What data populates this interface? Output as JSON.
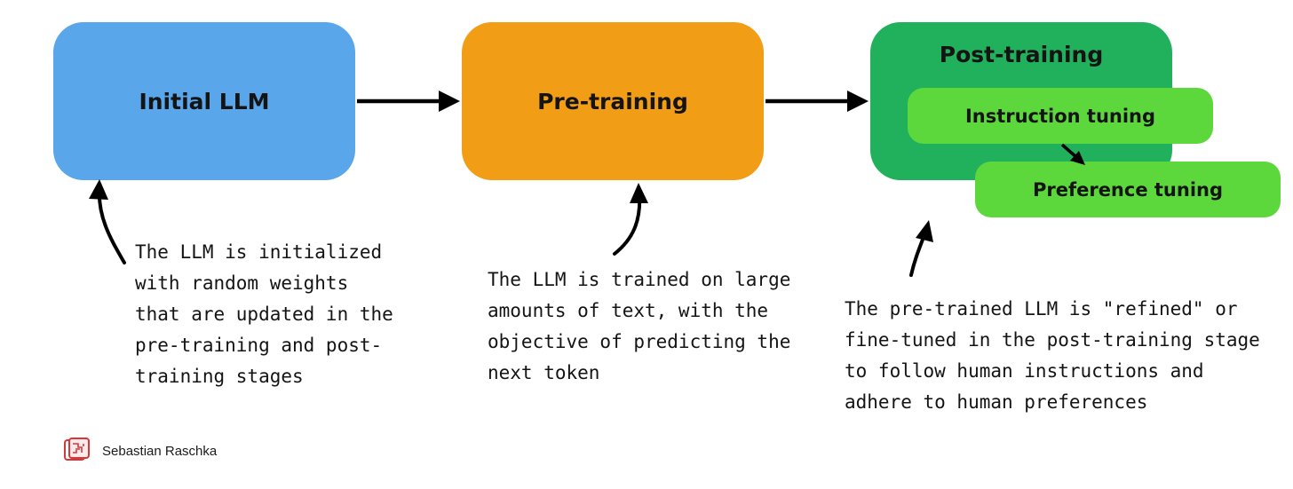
{
  "boxes": {
    "initial_llm": "Initial LLM",
    "pre_training": "Pre-training",
    "post_training": "Post-training",
    "instruction_tuning": "Instruction tuning",
    "preference_tuning": "Preference tuning"
  },
  "notes": {
    "initial": "The LLM is initialized\nwith random weights\nthat are updated in the\npre-training and post-\ntraining stages",
    "pre_training": "The LLM is trained on large\namounts of text, with the\nobjective of predicting the\nnext token",
    "post_training": "The pre-trained LLM is \"refined\" or\nfine-tuned in the post-training stage\nto follow human instructions and\nadhere to human preferences"
  },
  "author": {
    "name": "Sebastian Raschka",
    "logo_icon": "author-logo-icon"
  },
  "colors": {
    "initial_box": "#5aa6ea",
    "pre_training_box": "#f29d16",
    "post_training_box": "#21b05b",
    "sub_box": "#5dd83c",
    "arrow": "#000000"
  }
}
